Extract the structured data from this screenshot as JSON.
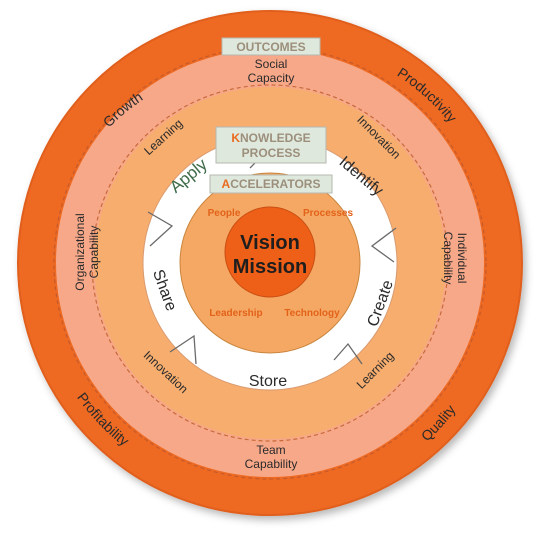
{
  "colors": {
    "outer_ring": "#ee6b23",
    "middle_ring": "#f7a889",
    "inner_ring": "#f6ad6e",
    "process_ring": "#ffffff",
    "accelerator_disc": "#f5a863",
    "core": "#ee5f17",
    "box_fill": "#dfe8dc",
    "text_green": "#3e6b48",
    "text_orange": "#e2621a"
  },
  "outcomes": {
    "box_label": "OUTCOMES",
    "items": [
      "Growth",
      "Productivity",
      "Profitability",
      "Quality"
    ]
  },
  "capability": {
    "social": [
      "Social",
      "Capacity"
    ],
    "organizational": [
      "Organizational",
      "Capability"
    ],
    "individual": [
      "Individual",
      "Capability"
    ],
    "team": [
      "Team",
      "Capability"
    ]
  },
  "learning_innovation": {
    "top_left": "Learning",
    "top_right": "Innovation",
    "bottom_left": "Innovation",
    "bottom_right": "Learning"
  },
  "knowledge_process": {
    "box_line1_initial": "K",
    "box_line1_rest": "NOWLEDGE",
    "box_line2": "PROCESS",
    "steps": {
      "apply": "Apply",
      "identify": "Identify",
      "create": "Create",
      "store": "Store",
      "share": "Share"
    }
  },
  "accelerators": {
    "box_label": "ACCELERATORS",
    "items": {
      "people": "People",
      "processes": "Processes",
      "leadership": "Leadership",
      "technology": "Technology"
    }
  },
  "core": {
    "line1": "Vision",
    "line2": "Mission"
  }
}
